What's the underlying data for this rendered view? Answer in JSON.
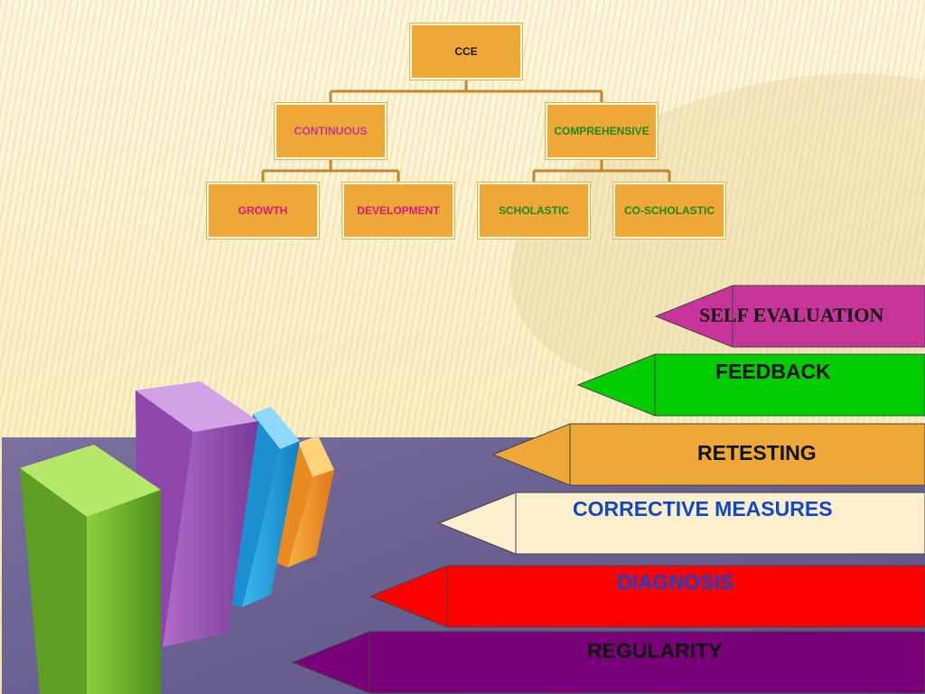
{
  "tree": {
    "root": {
      "label": "CCE",
      "color": "#1a1a1a"
    },
    "level1": [
      {
        "label": "CONTINUOUS",
        "color": "#c8359a"
      },
      {
        "label": "COMPREHENSIVE",
        "color": "#1e8a1e"
      }
    ],
    "level2": [
      {
        "label": "GROWTH",
        "color": "#e0177a"
      },
      {
        "label": "DEVELOPMENT",
        "color": "#e0177a"
      },
      {
        "label": "SCHOLASTIC",
        "color": "#1e8a1e"
      },
      {
        "label": "CO-SCHOLASTIC",
        "color": "#1e8a1e"
      }
    ],
    "connector_color": "#c8862a",
    "box_color": "#eea838"
  },
  "arrows": [
    {
      "label": "SELF EVALUATION",
      "fill": "#c8359a",
      "text_color": "#111111"
    },
    {
      "label": "FEEDBACK",
      "fill": "#00cc00",
      "text_color": "#111111"
    },
    {
      "label": "RETESTING",
      "fill": "#eea838",
      "text_color": "#111111"
    },
    {
      "label": "CORRECTIVE MEASURES",
      "fill": "#fbefcd",
      "text_color": "#1046c8"
    },
    {
      "label": "DIAGNOSIS",
      "fill": "#ff0000",
      "text_color": "#1e40c8"
    },
    {
      "label": "REGULARITY",
      "fill": "#7a007a",
      "text_color": "#111111"
    }
  ],
  "bar_colors": [
    "#6cb032",
    "#9a4cb0",
    "#1a9be0",
    "#f09a28"
  ]
}
